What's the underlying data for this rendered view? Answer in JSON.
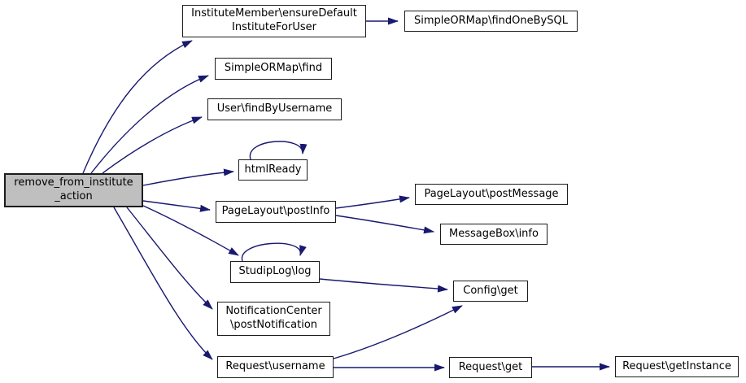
{
  "diagram": {
    "type": "call-graph",
    "colors": {
      "background": "#ffffff",
      "edge": "#191970",
      "node_border": "#1c1c1c",
      "node_fill": "#ffffff",
      "root_node_fill": "#bfbfbf",
      "text": "#000000"
    },
    "nodes": [
      {
        "id": "remove_from_institute_action",
        "label": "remove_from_institute\n_action",
        "root": true
      },
      {
        "id": "institute_member_ensure_default_institute_for_user",
        "label": "InstituteMember\\ensureDefault\nInstituteForUser"
      },
      {
        "id": "simple_ormap_find_one_by_sql",
        "label": "SimpleORMap\\findOneBySQL"
      },
      {
        "id": "simple_ormap_find",
        "label": "SimpleORMap\\find"
      },
      {
        "id": "user_find_by_username",
        "label": "User\\findByUsername"
      },
      {
        "id": "html_ready",
        "label": "htmlReady"
      },
      {
        "id": "page_layout_post_info",
        "label": "PageLayout\\postInfo"
      },
      {
        "id": "page_layout_post_message",
        "label": "PageLayout\\postMessage"
      },
      {
        "id": "message_box_info",
        "label": "MessageBox\\info"
      },
      {
        "id": "studip_log_log",
        "label": "StudipLog\\log"
      },
      {
        "id": "config_get",
        "label": "Config\\get"
      },
      {
        "id": "notification_center_post_notification",
        "label": "NotificationCenter\n\\postNotification"
      },
      {
        "id": "request_username",
        "label": "Request\\username"
      },
      {
        "id": "request_get",
        "label": "Request\\get"
      },
      {
        "id": "request_get_instance",
        "label": "Request\\getInstance"
      }
    ],
    "edges": [
      {
        "from": "remove_from_institute_action",
        "to": "institute_member_ensure_default_institute_for_user"
      },
      {
        "from": "remove_from_institute_action",
        "to": "simple_ormap_find"
      },
      {
        "from": "remove_from_institute_action",
        "to": "user_find_by_username"
      },
      {
        "from": "remove_from_institute_action",
        "to": "html_ready"
      },
      {
        "from": "remove_from_institute_action",
        "to": "page_layout_post_info"
      },
      {
        "from": "remove_from_institute_action",
        "to": "studip_log_log"
      },
      {
        "from": "remove_from_institute_action",
        "to": "notification_center_post_notification"
      },
      {
        "from": "remove_from_institute_action",
        "to": "request_username"
      },
      {
        "from": "institute_member_ensure_default_institute_for_user",
        "to": "simple_ormap_find_one_by_sql"
      },
      {
        "from": "html_ready",
        "to": "html_ready"
      },
      {
        "from": "page_layout_post_info",
        "to": "page_layout_post_message"
      },
      {
        "from": "page_layout_post_info",
        "to": "message_box_info"
      },
      {
        "from": "studip_log_log",
        "to": "studip_log_log"
      },
      {
        "from": "studip_log_log",
        "to": "config_get"
      },
      {
        "from": "request_username",
        "to": "config_get"
      },
      {
        "from": "request_username",
        "to": "request_get"
      },
      {
        "from": "request_get",
        "to": "request_get_instance"
      }
    ]
  }
}
